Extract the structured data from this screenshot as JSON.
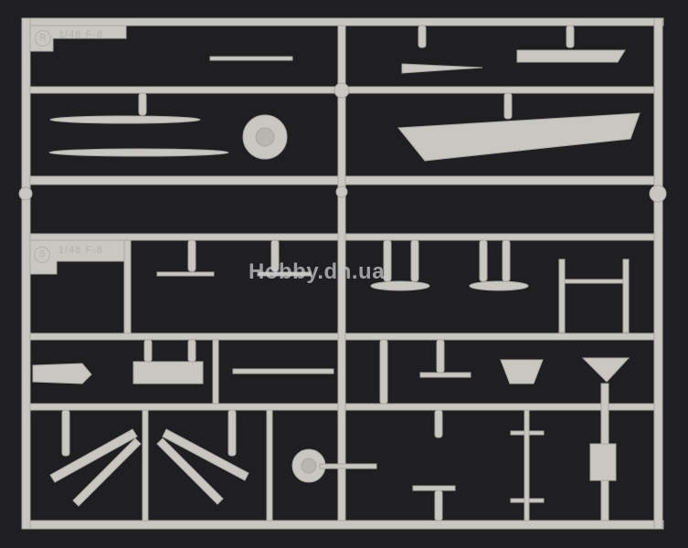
{
  "sprue_r": {
    "letter": "R",
    "scale_text": "1/48  F-8"
  },
  "sprue_s": {
    "letter": "S",
    "scale_text": "1/48  F-8"
  },
  "watermark": "Hobby.dn.ua",
  "colors": {
    "background": "#1f1f22",
    "plastic": "#c9c7c1"
  }
}
